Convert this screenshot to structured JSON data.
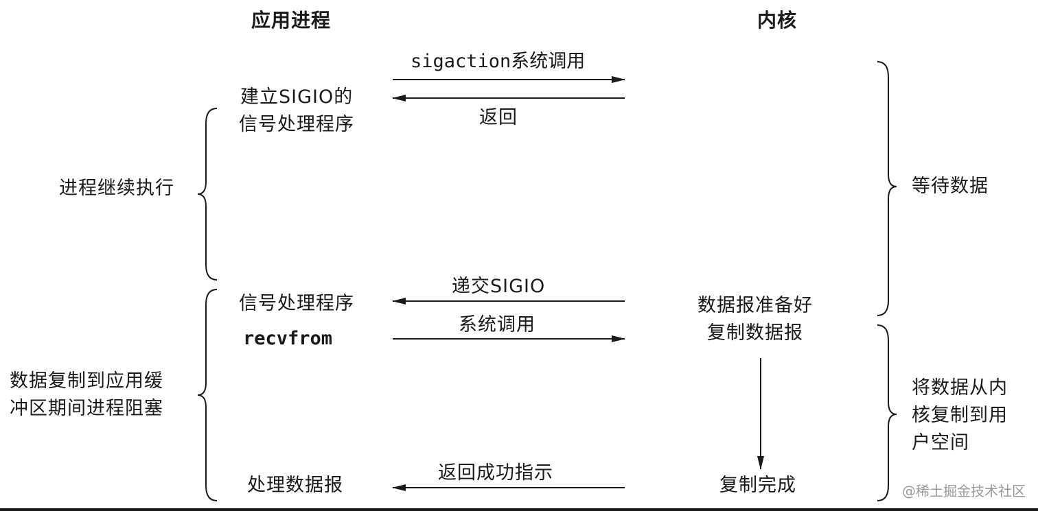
{
  "headers": {
    "app_process": "应用进程",
    "kernel": "内核"
  },
  "app_side": {
    "setup_handler_line1": "建立SIGIO的",
    "setup_handler_line2": "信号处理程序",
    "signal_handler": "信号处理程序",
    "recvfrom": "recvfrom",
    "process_datagram": "处理数据报"
  },
  "arrows": {
    "sigaction_call": "sigaction系统调用",
    "return": "返回",
    "deliver_sigio": "递交SIGIO",
    "syscall": "系统调用",
    "return_success": "返回成功指示"
  },
  "kernel_side": {
    "datagram_ready": "数据报准备好",
    "copy_datagram": "复制数据报",
    "copy_complete": "复制完成"
  },
  "left_braces": {
    "process_continues": "进程继续执行",
    "blocked_line1": "数据复制到应用缓",
    "blocked_line2": "冲区期间进程阻塞"
  },
  "right_braces": {
    "wait_for_data": "等待数据",
    "copy_line1": "将数据从内",
    "copy_line2": "核复制到用",
    "copy_line3": "户空间"
  },
  "watermark": "@稀土掘金技术社区"
}
